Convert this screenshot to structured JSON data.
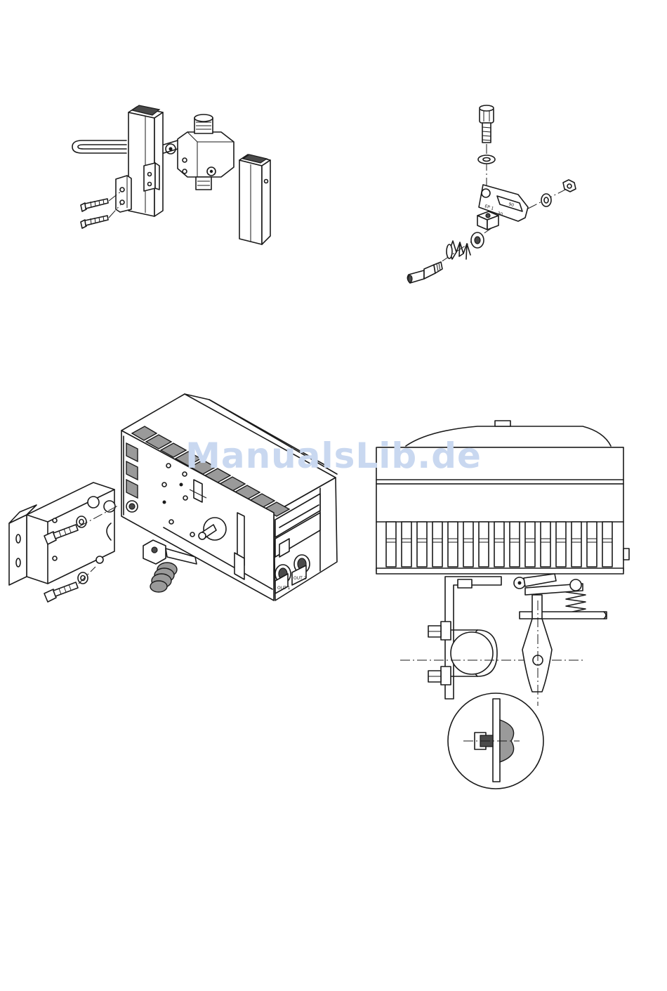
{
  "watermark": {
    "text": "ManualsLib.de",
    "color": "#c9d8f0"
  },
  "figures": {
    "top_left": {
      "icon": "valve-bracket-assembly"
    },
    "top_right": {
      "icon": "lever-pin-assembly"
    },
    "bottom_left": {
      "icon": "positioner-mounting"
    },
    "bottom_right": {
      "icon": "actuator-mounting-detail"
    }
  },
  "port_labels": {
    "left": "OUT 1",
    "right": "OUT 2"
  },
  "lever_marks": {
    "a": "90",
    "b": "30",
    "c": "EP 1"
  }
}
